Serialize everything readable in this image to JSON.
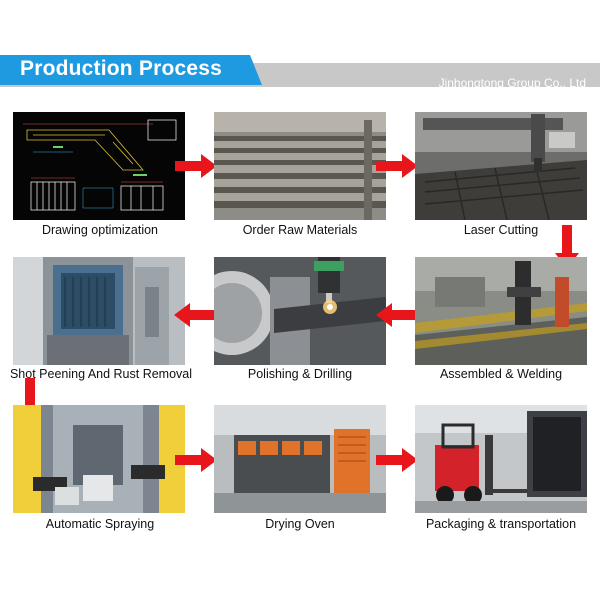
{
  "header": {
    "title": "Production Process",
    "company": "Jinhongtong Group Co., Ltd"
  },
  "steps": [
    {
      "label": "Drawing optimization",
      "icon": "cad-drawing-photo"
    },
    {
      "label": "Order Raw Materials",
      "icon": "steel-plates-photo"
    },
    {
      "label": "Laser Cutting",
      "icon": "laser-cutting-photo"
    },
    {
      "label": "Assembled & Welding",
      "icon": "welding-photo"
    },
    {
      "label": "Polishing & Drilling",
      "icon": "drilling-photo"
    },
    {
      "label": "Shot Peening And Rust Removal",
      "icon": "shot-peening-photo"
    },
    {
      "label": "Automatic Spraying",
      "icon": "spraying-photo"
    },
    {
      "label": "Drying Oven",
      "icon": "drying-oven-photo"
    },
    {
      "label": "Packaging & transportation",
      "icon": "forklift-container-photo"
    }
  ],
  "colors": {
    "accent_blue": "#1e9be0",
    "header_grey": "#c8c8c8",
    "arrow_red": "#e8161b"
  }
}
